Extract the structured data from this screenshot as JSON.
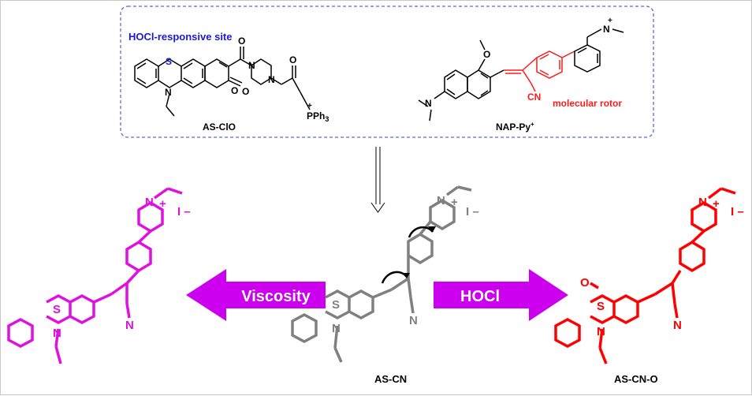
{
  "top_box": {
    "responsive_site_label": "HOCl-responsive site",
    "molecule_1": {
      "name": "AS-ClO",
      "atoms": {
        "S": "S",
        "N": "N",
        "O1": "O",
        "O2": "O",
        "O3": "O",
        "O4": "O",
        "N2": "N",
        "N3": "N",
        "P": "PPh",
        "P_sub": "3",
        "P_charge": "+"
      }
    },
    "molecule_2": {
      "name_main": "NAP-Py",
      "name_sup": "+",
      "rotor_label": "molecular rotor",
      "atoms": {
        "OMe_O": "O",
        "NMe2_N": "N",
        "CN": "CN",
        "Py_N": "N",
        "Py_charge": "+"
      }
    }
  },
  "left_arrow_label": "Viscosity",
  "right_arrow_label": "HOCl",
  "molecules": {
    "left": {
      "S": "S",
      "N": "N",
      "CN_N": "N",
      "Py_N": "N",
      "plus": "+",
      "iodide": "I",
      "minus": "–"
    },
    "center": {
      "name": "AS-CN",
      "S": "S",
      "N": "N",
      "CN_N": "N",
      "Py_N": "N",
      "plus": "+",
      "iodide": "I",
      "minus": "–"
    },
    "right": {
      "name": "AS-CN-O",
      "S": "S",
      "SO_O": "O",
      "N": "N",
      "CN_N": "N",
      "Py_N": "N",
      "plus": "+",
      "iodide": "I",
      "minus": "–"
    }
  },
  "colors": {
    "box_border": "#5b6bd8",
    "responsive_text": "#1a1ad6",
    "rotor_red": "#ff1a1a",
    "magenta": "#e010e0",
    "arrow_magenta": "#cc00ee",
    "gray": "#808080",
    "red": "#ff0000"
  }
}
